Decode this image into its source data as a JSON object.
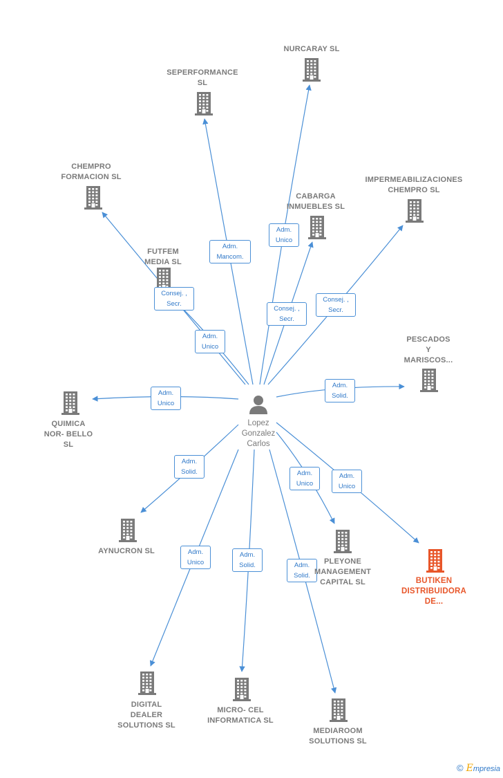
{
  "center": {
    "name": "Lopez\nGonzalez\nCarlos"
  },
  "nodes": [
    {
      "id": "nurcaray",
      "label": "NURCARAY SL"
    },
    {
      "id": "seperformance",
      "label": "SEPERFORMANCE\nSL"
    },
    {
      "id": "chempro-formacion",
      "label": "CHEMPRO\nFORMACION SL"
    },
    {
      "id": "cabarga",
      "label": "CABARGA\nINMUEBLES SL"
    },
    {
      "id": "impermeabilizaciones",
      "label": "IMPERMEABILIZACIONES\nCHEMPRO SL"
    },
    {
      "id": "futfem",
      "label": "FUTFEM\nMEDIA  SL"
    },
    {
      "id": "pescados",
      "label": "PESCADOS\nY\nMARISCOS..."
    },
    {
      "id": "quimica",
      "label": "QUIMICA\nNOR- BELLO\nSL"
    },
    {
      "id": "aynucron",
      "label": "AYNUCRON  SL"
    },
    {
      "id": "pleyone",
      "label": "PLEYONE\nMANAGEMENT\nCAPITAL  SL"
    },
    {
      "id": "butiken",
      "label": "BUTIKEN\nDISTRIBUIDORA\nDE...",
      "focus": true
    },
    {
      "id": "digital",
      "label": "DIGITAL\nDEALER\nSOLUTIONS  SL"
    },
    {
      "id": "microcel",
      "label": "MICRO- CEL\nINFORMATICA SL"
    },
    {
      "id": "mediaroom",
      "label": "MEDIAROOM\nSOLUTIONS  SL"
    }
  ],
  "edges": [
    {
      "target": "seperformance",
      "label": "Adm.\nMancom."
    },
    {
      "target": "nurcaray",
      "label": "Adm.\nUnico"
    },
    {
      "target": "chempro-formacion",
      "label": "Consej. ,\nSecr."
    },
    {
      "target": "futfem",
      "label": "Adm.\nUnico"
    },
    {
      "target": "cabarga",
      "label": "Consej. ,\nSecr."
    },
    {
      "target": "impermeabilizaciones",
      "label": "Consej. ,\nSecr."
    },
    {
      "target": "pescados",
      "label": "Adm.\nSolid."
    },
    {
      "target": "quimica",
      "label": "Adm.\nUnico"
    },
    {
      "target": "aynucron",
      "label": "Adm.\nSolid."
    },
    {
      "target": "pleyone",
      "label": "Adm.\nUnico"
    },
    {
      "target": "butiken",
      "label": "Adm.\nUnico"
    },
    {
      "target": "digital",
      "label": "Adm.\nUnico"
    },
    {
      "target": "microcel",
      "label": "Adm.\nSolid."
    },
    {
      "target": "mediaroom",
      "label": "Adm.\nSolid."
    }
  ],
  "colors": {
    "edge": "#4a8fd6",
    "building": "#7a7a7a",
    "focus": "#e8562a",
    "person": "#7a7a7a"
  },
  "footer": {
    "symbol": "©",
    "brand_initial": "E",
    "brand_rest": "mpresia"
  }
}
